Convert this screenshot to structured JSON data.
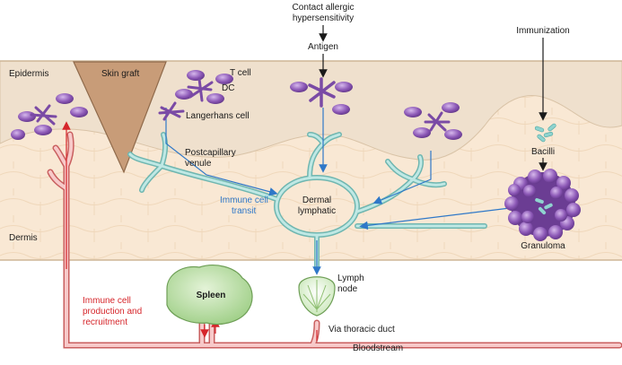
{
  "labels": {
    "epidermis": "Epidermis",
    "dermis": "Dermis",
    "skin_graft": "Skin graft",
    "t_cell": "T cell",
    "dc": "DC",
    "langerhans": "Langerhans cell",
    "contact_allergic_line1": "Contact allergic",
    "contact_allergic_line2": "hypersensitivity",
    "antigen": "Antigen",
    "immunization": "Immunization",
    "bacilli": "Bacilli",
    "granuloma": "Granuloma",
    "postcapillary_line1": "Postcapillary",
    "postcapillary_line2": "venule",
    "immune_transit_line1": "Immune cell",
    "immune_transit_line2": "transit",
    "dermal_line1": "Dermal",
    "dermal_line2": "lymphatic",
    "lymph_line1": "Lymph",
    "lymph_line2": "node",
    "spleen": "Spleen",
    "immune_prod_line1": "Immune cell",
    "immune_prod_line2": "production and",
    "immune_prod_line3": "recruitment",
    "thoracic": "Via thoracic duct",
    "bloodstream": "Bloodstream"
  },
  "colors": {
    "epidermis": "#efe1cf",
    "dermis": "#f8e7d2",
    "graft": "#c69b78",
    "cell": "#8a56b2",
    "lymphatic": "#9bd7d2",
    "blood": "#e8a4a4",
    "blue": "#2f78c8",
    "red": "#d6262b",
    "spleen": "#b9dca5"
  }
}
